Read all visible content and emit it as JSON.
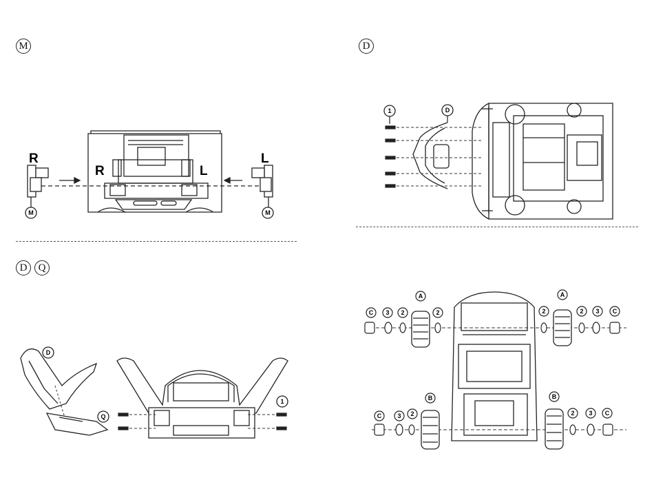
{
  "steps": {
    "m": {
      "label": "M"
    },
    "d": {
      "label": "D"
    },
    "dq": {
      "label_d": "D",
      "label_q": "Q"
    }
  },
  "fig_m": {
    "right_letter": "R",
    "left_letter": "L",
    "body_right": "R",
    "body_left": "L",
    "part_tag_left": "M",
    "part_tag_right": "M"
  },
  "fig_d": {
    "screw_tag": "1",
    "bumper_tag": "D"
  },
  "fig_dq": {
    "bumper_tag": "D",
    "bracket_tag": "Q",
    "screw_tag": "1"
  },
  "fig_wheels": {
    "front_left": [
      "C",
      "3",
      "2",
      "A",
      "2"
    ],
    "front_right": [
      "2",
      "A",
      "2",
      "3",
      "C"
    ],
    "rear_left": [
      "C",
      "3",
      "2",
      "B"
    ],
    "rear_right": [
      "B",
      "2",
      "3",
      "C"
    ]
  }
}
